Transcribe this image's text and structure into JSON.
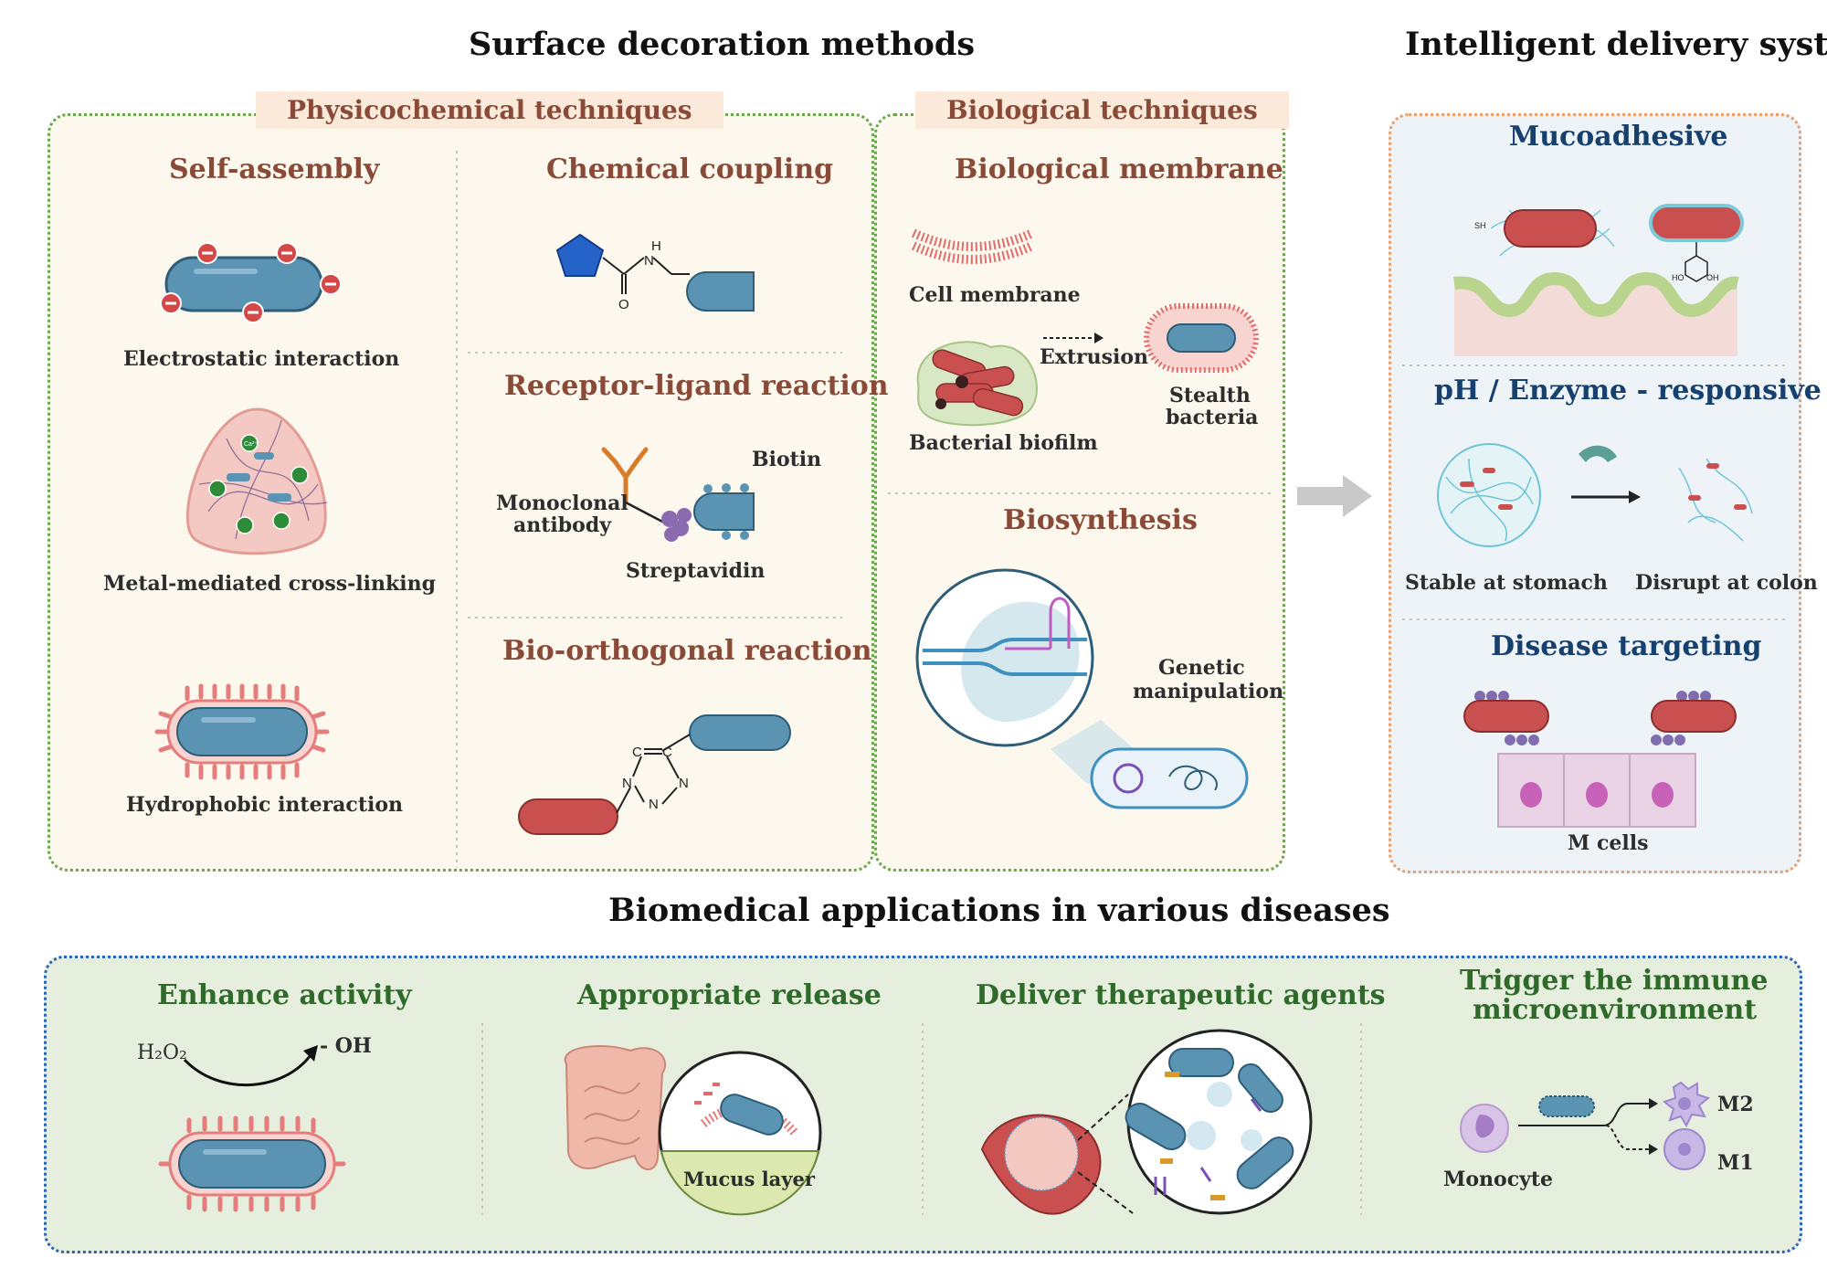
{
  "titles": {
    "surface": "Surface decoration methods",
    "intelligent": "Intelligent delivery system",
    "biomedical": "Biomedical applications in various diseases"
  },
  "physicochemical": {
    "tag": "Physicochemical techniques",
    "self_assembly": {
      "title": "Self-assembly",
      "electrostatic": "Electrostatic interaction",
      "metal": "Metal-mediated cross-linking",
      "metal_ion": "Ca²⁺",
      "hydrophobic": "Hydrophobic interaction"
    },
    "chemical_coupling": {
      "title": "Chemical coupling",
      "atom_h": "H",
      "atom_n": "N",
      "atom_o": "O"
    },
    "receptor_ligand": {
      "title": "Receptor-ligand reaction",
      "biotin": "Biotin",
      "antibody_line1": "Monoclonal",
      "antibody_line2": "antibody",
      "streptavidin": "Streptavidin"
    },
    "bio_orthogonal": {
      "title": "Bio-orthogonal reaction",
      "atom_c1": "C",
      "atom_c2": "C",
      "atom_n1": "N",
      "atom_n2": "N",
      "atom_n3": "N"
    }
  },
  "biological": {
    "tag": "Biological techniques",
    "membrane": {
      "title": "Biological membrane",
      "cell_membrane": "Cell membrane",
      "extrusion": "Extrusion",
      "stealth_line1": "Stealth",
      "stealth_line2": "bacteria",
      "biofilm": "Bacterial biofilm"
    },
    "biosynthesis": {
      "title": "Biosynthesis",
      "genetic_line1": "Genetic",
      "genetic_line2": "manipulation"
    }
  },
  "delivery": {
    "mucoadhesive": {
      "title": "Mucoadhesive",
      "sh": "SH",
      "ho": "HO",
      "oh": "OH"
    },
    "responsive": {
      "title": "pH / Enzyme - responsive",
      "stable": "Stable at stomach",
      "disrupt": "Disrupt at colon"
    },
    "targeting": {
      "title": "Disease targeting",
      "m_cells": "M cells"
    }
  },
  "applications": {
    "enhance": {
      "title": "Enhance activity",
      "h2o2": "H₂O₂",
      "oh": "- OH"
    },
    "release": {
      "title": "Appropriate release",
      "mucus": "Mucus layer"
    },
    "deliver": {
      "title": "Deliver therapeutic agents"
    },
    "immune": {
      "title_line1": "Trigger the immune",
      "title_line2": "microenvironment",
      "monocyte": "Monocyte",
      "m2": "M2",
      "m1": "M1"
    }
  },
  "colors": {
    "bacteria_blue": "#5b93b2",
    "bacteria_red": "#c9504e",
    "physico_border": "#6aa84f",
    "delivery_border": "#e6a06e",
    "app_border": "#2e63b3",
    "section_brown": "#8a4a38",
    "delivery_title": "#16406e",
    "app_title": "#2f6a2a"
  }
}
